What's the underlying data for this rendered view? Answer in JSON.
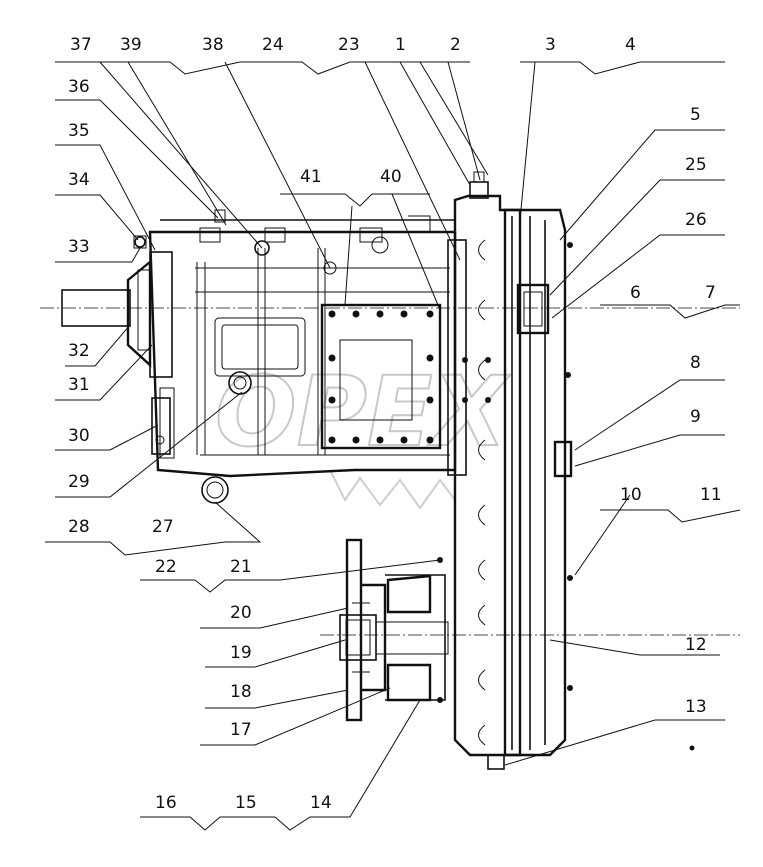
{
  "watermark": "OPEX",
  "callouts": [
    {
      "id": "c37",
      "text": "37"
    },
    {
      "id": "c39",
      "text": "39"
    },
    {
      "id": "c38",
      "text": "38"
    },
    {
      "id": "c24",
      "text": "24"
    },
    {
      "id": "c23",
      "text": "23"
    },
    {
      "id": "c1",
      "text": "1"
    },
    {
      "id": "c2",
      "text": "2"
    },
    {
      "id": "c3",
      "text": "3"
    },
    {
      "id": "c4",
      "text": "4"
    },
    {
      "id": "c36",
      "text": "36"
    },
    {
      "id": "c35",
      "text": "35"
    },
    {
      "id": "c34",
      "text": "34"
    },
    {
      "id": "c33",
      "text": "33"
    },
    {
      "id": "c32",
      "text": "32"
    },
    {
      "id": "c31",
      "text": "31"
    },
    {
      "id": "c30",
      "text": "30"
    },
    {
      "id": "c29",
      "text": "29"
    },
    {
      "id": "c28",
      "text": "28"
    },
    {
      "id": "c27",
      "text": "27"
    },
    {
      "id": "c41",
      "text": "41"
    },
    {
      "id": "c40",
      "text": "40"
    },
    {
      "id": "c5",
      "text": "5"
    },
    {
      "id": "c25",
      "text": "25"
    },
    {
      "id": "c26",
      "text": "26"
    },
    {
      "id": "c6",
      "text": "6"
    },
    {
      "id": "c7",
      "text": "7"
    },
    {
      "id": "c8",
      "text": "8"
    },
    {
      "id": "c9",
      "text": "9"
    },
    {
      "id": "c10",
      "text": "10"
    },
    {
      "id": "c11",
      "text": "11"
    },
    {
      "id": "c22",
      "text": "22"
    },
    {
      "id": "c21",
      "text": "21"
    },
    {
      "id": "c20",
      "text": "20"
    },
    {
      "id": "c12",
      "text": "12"
    },
    {
      "id": "c19",
      "text": "19"
    },
    {
      "id": "c18",
      "text": "18"
    },
    {
      "id": "c17",
      "text": "17"
    },
    {
      "id": "c13",
      "text": "13"
    },
    {
      "id": "c16",
      "text": "16"
    },
    {
      "id": "c15",
      "text": "15"
    },
    {
      "id": "c14",
      "text": "14"
    }
  ]
}
